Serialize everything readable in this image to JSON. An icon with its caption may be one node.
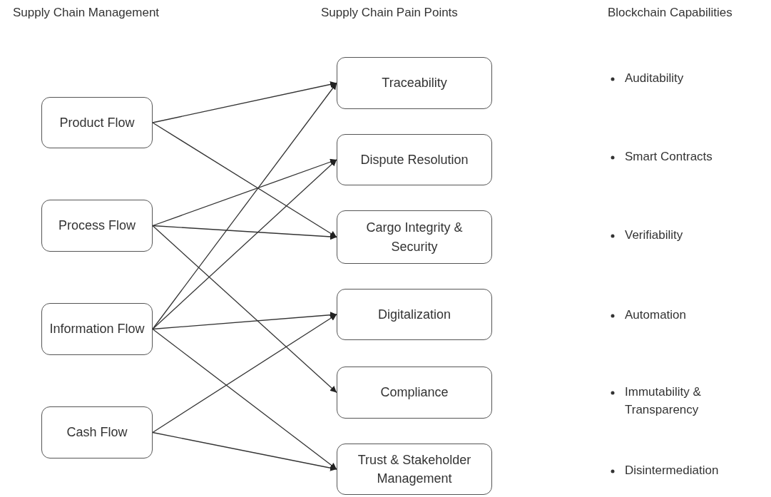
{
  "diagram": {
    "nodes": [
      {
        "text": [
          "Product Flow"
        ]
      },
      {
        "text": [
          "Process Flow"
        ]
      },
      {
        "text": [
          "Information Flow"
        ]
      },
      {
        "text": [
          "Cash Flow"
        ]
      },
      {
        "text": [
          "Traceability"
        ]
      },
      {
        "text": [
          "Dispute Resolution"
        ]
      },
      {
        "text": [
          "Cargo Integrity & Security"
        ]
      },
      {
        "text": [
          "Digitalization"
        ]
      },
      {
        "text": [
          "Compliance"
        ]
      },
      {
        "text": [
          "Trust & Stakeholder Management"
        ]
      }
    ],
    "edges": [
      {
        "from": 0,
        "to": 4,
        "arrow": "to"
      },
      {
        "from": 0,
        "to": 6,
        "arrow": "to"
      },
      {
        "from": 1,
        "to": 5,
        "arrow": "to"
      },
      {
        "from": 1,
        "to": 6,
        "arrow": "to"
      },
      {
        "from": 1,
        "to": 8,
        "arrow": "to"
      },
      {
        "from": 2,
        "to": 4,
        "arrow": "to"
      },
      {
        "from": 2,
        "to": 5,
        "arrow": "to"
      },
      {
        "from": 2,
        "to": 7,
        "arrow": "to"
      },
      {
        "from": 2,
        "to": 9,
        "arrow": "to"
      },
      {
        "from": 3,
        "to": 7,
        "arrow": "to"
      },
      {
        "from": 3,
        "to": 9,
        "arrow": "to"
      }
    ],
    "labels": [
      "Supply Chain Management",
      "Supply Chain Pain Points",
      "Blockchain Capabilities",
      "Auditability",
      "Smart Contracts",
      "Verifiability",
      "Automation",
      "Immutability & Transparency",
      "Disintermediation"
    ]
  }
}
